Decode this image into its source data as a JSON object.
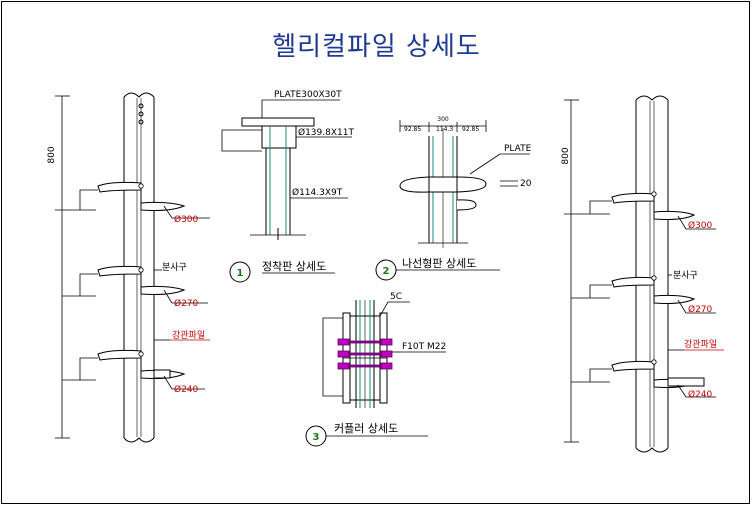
{
  "title": "헬리컬파일 상세도",
  "left_pile": {
    "dimension": "800",
    "labels": {
      "d300": "Ø300",
      "boonsagu": "분사구",
      "d270": "Ø270",
      "gangkwanpile": "강관파일",
      "d240": "Ø240"
    }
  },
  "right_pile": {
    "dimension": "800",
    "labels": {
      "d300": "Ø300",
      "boonsagu": "분사구",
      "d270": "Ø270",
      "gangkwanpile": "강관파일",
      "d240": "Ø240"
    }
  },
  "detail1": {
    "plate": "PLATE300X30T",
    "pipe_outer": "Ø139.8X11T",
    "pipe_inner": "Ø114.3X9T",
    "number": "1",
    "caption": "정착판 상세도"
  },
  "detail2": {
    "width": "300",
    "dim_left": "92.85",
    "dim_mid": "114.3",
    "dim_right": "92.85",
    "plate": "PLATE",
    "thickness": "20",
    "number": "2",
    "caption": "나선형판 상세도"
  },
  "detail3": {
    "weld": "5C",
    "bolt": "F10T M22",
    "number": "3",
    "caption": "커플러 상세도"
  },
  "colors": {
    "title": "#1f3a93",
    "pipe_line": "#1a8a8a",
    "bolt": "#c000c0",
    "number_circle": "#1a7a1a",
    "label_red": "#c00000"
  }
}
